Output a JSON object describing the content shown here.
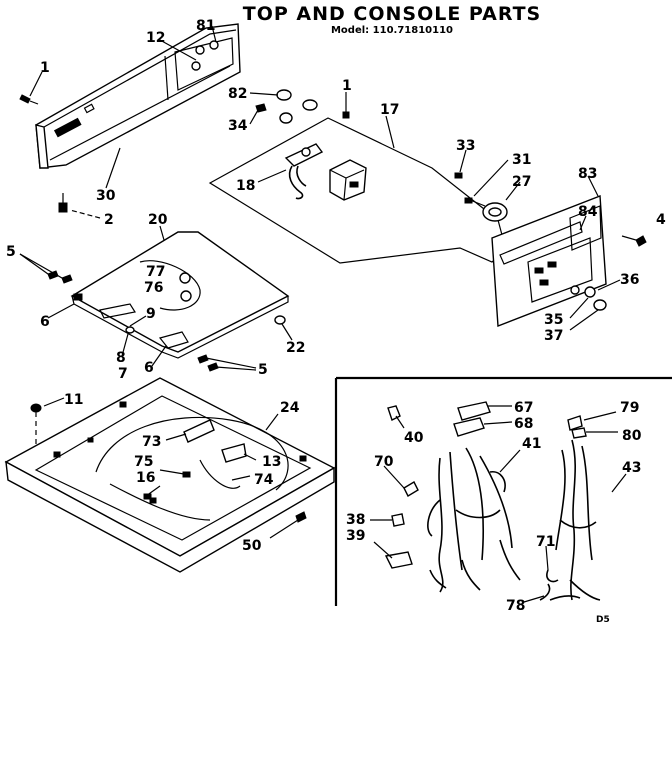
{
  "header": {
    "title": "TOP AND CONSOLE PARTS",
    "model": "Model: 110.71810110"
  },
  "footer_code": "D5",
  "callouts": {
    "c1a": "1",
    "c12": "12",
    "c81": "81",
    "c82": "82",
    "c1b": "1",
    "c17": "17",
    "c34": "34",
    "c18": "18",
    "c30": "30",
    "c2": "2",
    "c33": "33",
    "c31": "31",
    "c27": "27",
    "c83": "83",
    "c84": "84",
    "c4": "4",
    "c20": "20",
    "c5a": "5",
    "c77": "77",
    "c76": "76",
    "c6a": "6",
    "c9": "9",
    "c8": "8",
    "c7": "7",
    "c6b": "6",
    "c5b": "5",
    "c22": "22",
    "c36": "36",
    "c35": "35",
    "c37": "37",
    "c11": "11",
    "c24": "24",
    "c73": "73",
    "c75": "75",
    "c16": "16",
    "c13": "13",
    "c74": "74",
    "c50": "50",
    "c67": "67",
    "c68": "68",
    "c40": "40",
    "c79": "79",
    "c80": "80",
    "c41": "41",
    "c70": "70",
    "c43": "43",
    "c38": "38",
    "c39": "39",
    "c71": "71",
    "c78": "78"
  }
}
